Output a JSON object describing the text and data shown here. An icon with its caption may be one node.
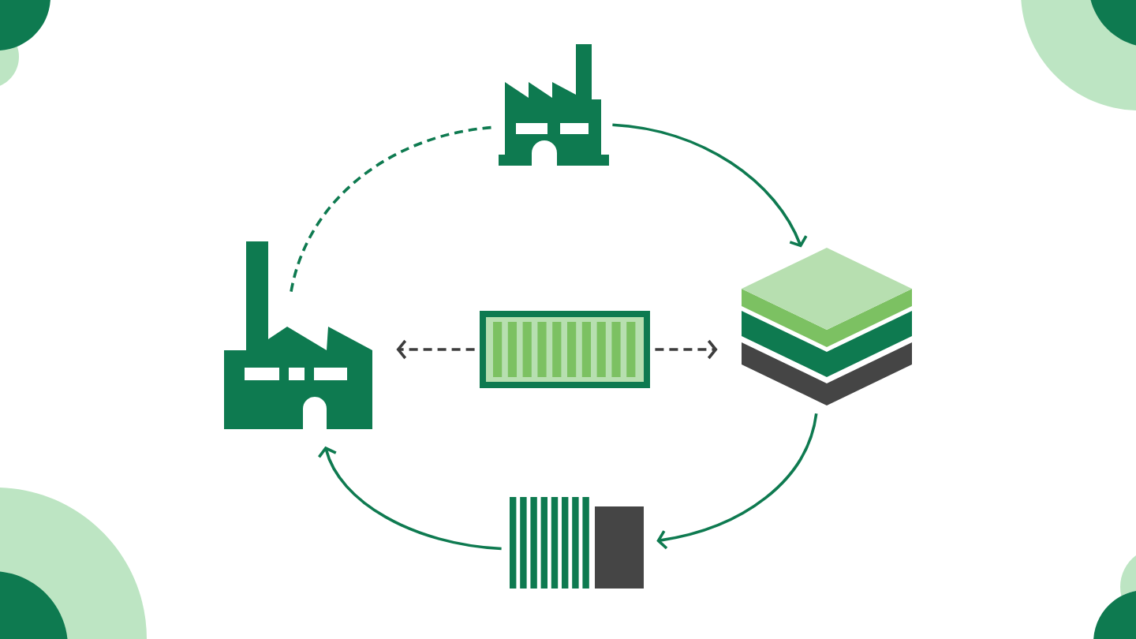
{
  "diagram": {
    "nodes": [
      {
        "text": [],
        "shape": "picture"
      },
      {
        "text": [],
        "shape": "picture"
      },
      {
        "text": [],
        "shape": "picture"
      },
      {
        "text": [],
        "shape": "picture"
      },
      {
        "text": [],
        "shape": "picture"
      }
    ],
    "edges": [
      {
        "from": 0,
        "to": 1,
        "arrow": "to"
      },
      {
        "from": 1,
        "to": 2,
        "arrow": "to"
      },
      {
        "from": 2,
        "to": 3,
        "arrow": "to"
      },
      {
        "from": 3,
        "to": 0,
        "arrow": "none",
        "style": "dashed"
      },
      {
        "from": 4,
        "to": 3,
        "arrow": "to",
        "style": "dashed",
        "color": "#3d3d3d"
      },
      {
        "from": 4,
        "to": 1,
        "arrow": "to",
        "style": "dashed",
        "color": "#3d3d3d"
      }
    ]
  }
}
